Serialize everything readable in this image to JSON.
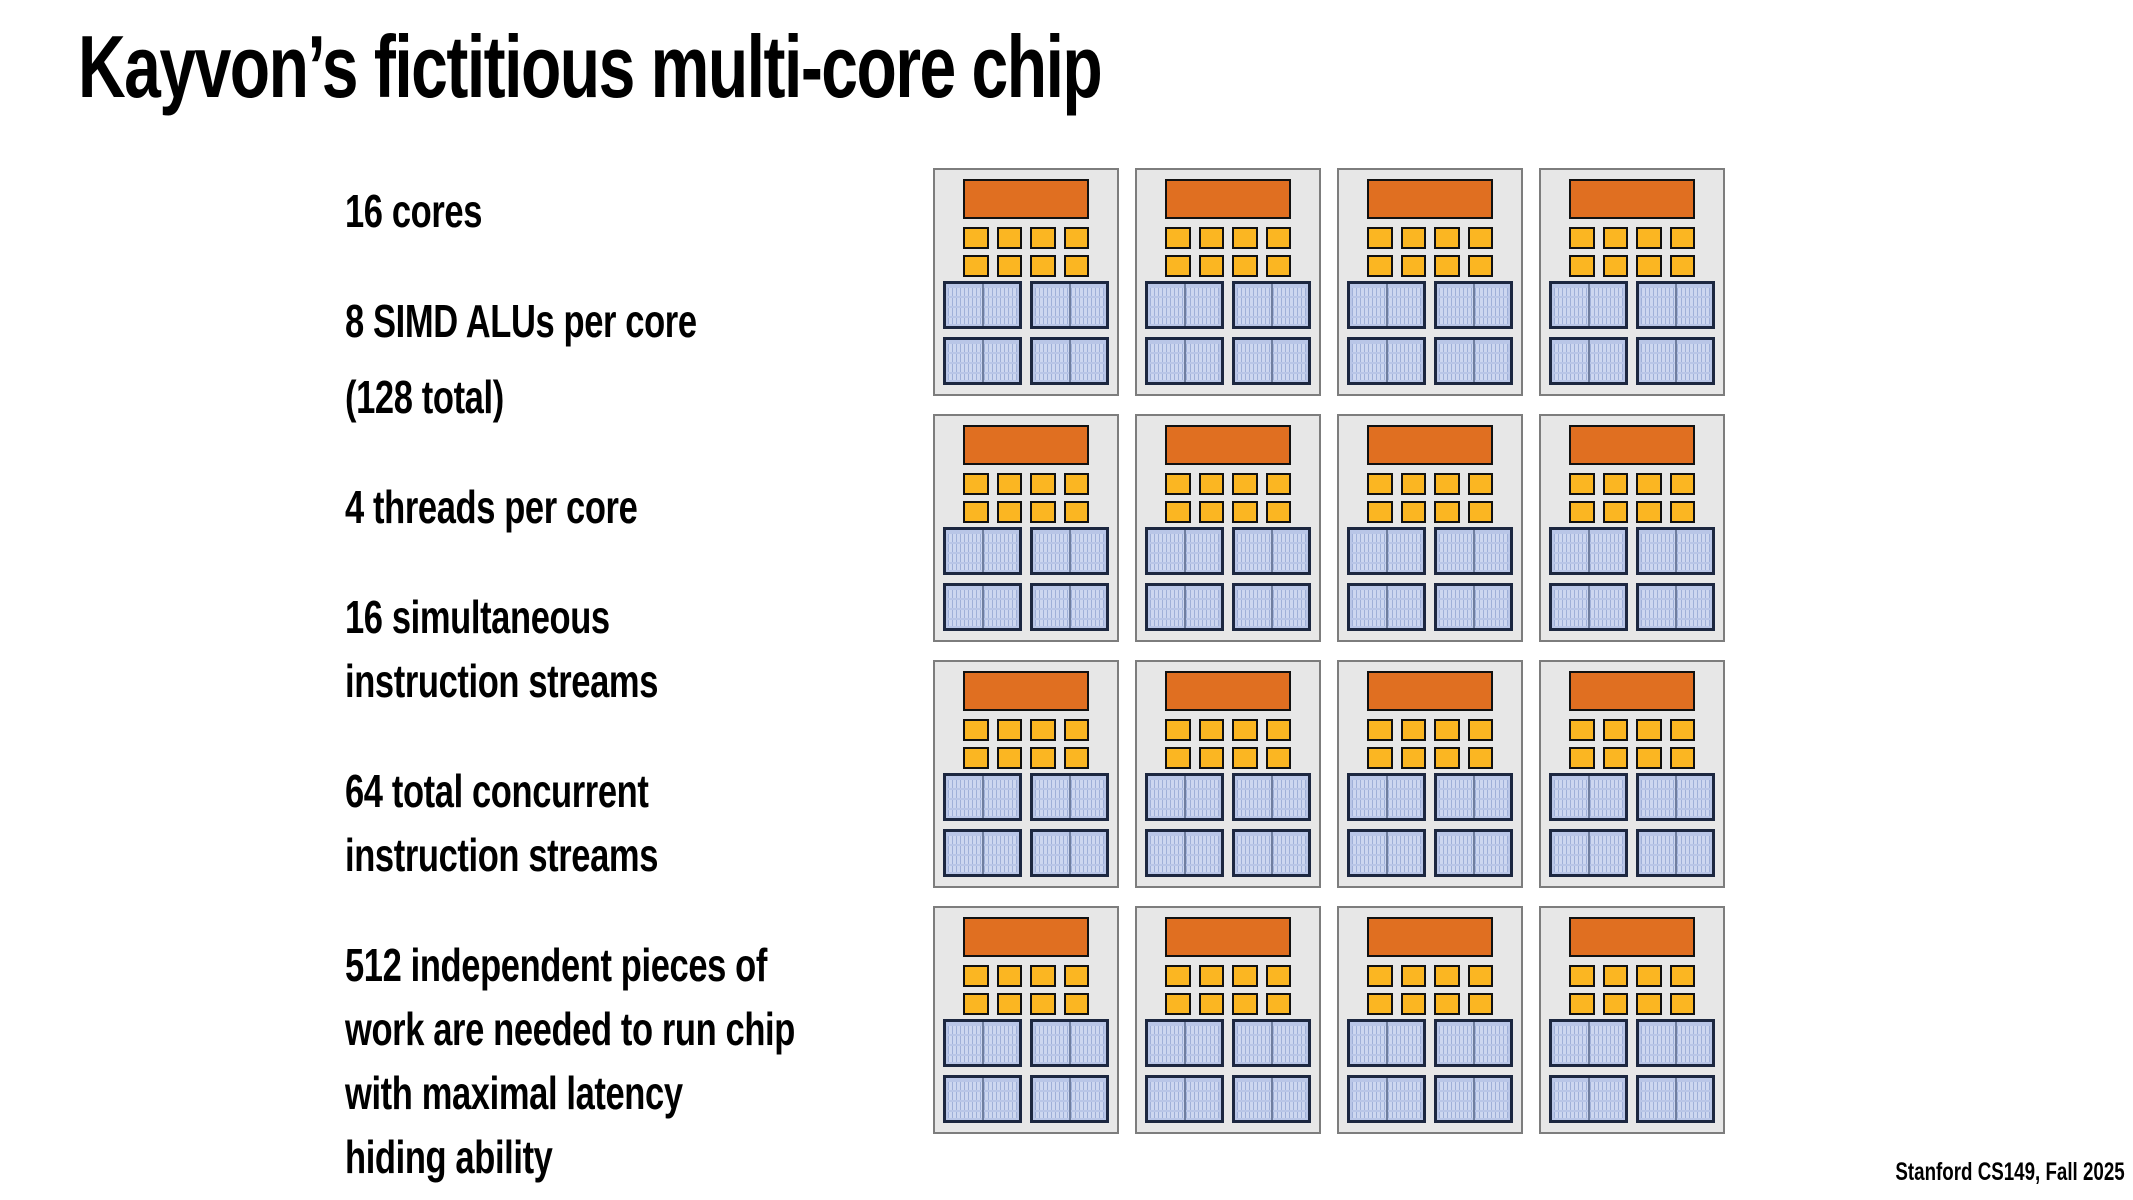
{
  "slide": {
    "title": "Kayvon’s fictitious multi-core chip",
    "footer": "Stanford CS149, Fall 2025",
    "background": "#ffffff",
    "text_color": "#000000"
  },
  "bullets": [
    {
      "lines": [
        "16 cores"
      ]
    },
    {
      "lines": [
        "8 SIMD ALUs per core"
      ]
    },
    {
      "lines": [
        "(128 total)"
      ]
    },
    {
      "lines": [
        "4 threads per core"
      ]
    },
    {
      "lines": [
        "16 simultaneous",
        "instruction streams"
      ]
    },
    {
      "lines": [
        "64 total concurrent",
        "instruction streams"
      ]
    },
    {
      "lines": [
        "512 independent pieces of",
        "work are needed to run chip",
        "with maximal latency",
        "hiding ability"
      ]
    }
  ],
  "chip_diagram": {
    "cores": {
      "rows": 4,
      "cols": 4,
      "total": 16
    },
    "core_components": {
      "fetch_decode_units": 1,
      "simd_alus_per_core": 8,
      "alu_layout": {
        "rows": 2,
        "cols": 4
      },
      "execution_context_blocks": 4,
      "context_layout": {
        "rows": 2,
        "cols": 2
      }
    },
    "colors": {
      "core_bg": "#e7e7e7",
      "core_border": "#7d7d7d",
      "fetch_decode": "#e06f21",
      "alu_fill": "#fbb622",
      "block_border": "#111111",
      "context_fill": "#b9c6e7",
      "context_border": "#1c2740",
      "context_stripe_light": "#cdd7f0",
      "context_stripe_dark": "#9fb0d8",
      "context_divider": "#6f7e9f"
    }
  }
}
